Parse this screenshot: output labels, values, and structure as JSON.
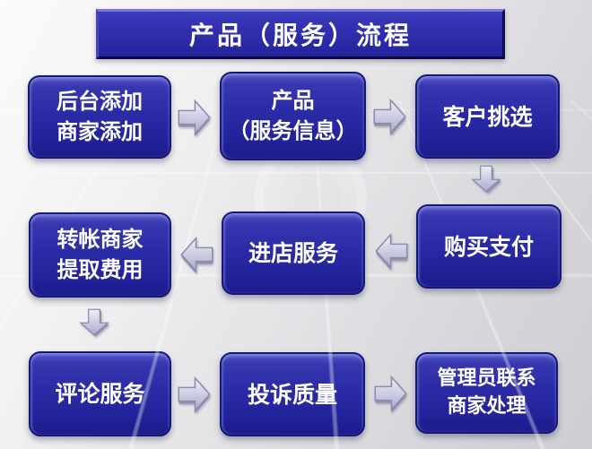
{
  "slide": {
    "title": "产品（服务）流程",
    "background_color": "#dcdcdf",
    "node_fill_color": "#2a2aa4",
    "node_border_color": "#181874",
    "arrow_fill_color": "#c6c6de",
    "text_color": "#ffffff"
  },
  "nodes": [
    {
      "id": "backend-add",
      "line1": "后台添加",
      "line2": "商家添加"
    },
    {
      "id": "product-service-info",
      "line1": "产品",
      "line2": "（服务信息）"
    },
    {
      "id": "customer-select",
      "line1": "客户挑选",
      "line2": ""
    },
    {
      "id": "purchase-pay",
      "line1": "购买支付",
      "line2": ""
    },
    {
      "id": "in-store-service",
      "line1": "进店服务",
      "line2": ""
    },
    {
      "id": "transfer-merchant-fee",
      "line1": "转帐商家",
      "line2": "提取费用"
    },
    {
      "id": "review-service",
      "line1": "评论服务",
      "line2": ""
    },
    {
      "id": "complaint-quality",
      "line1": "投诉质量",
      "line2": ""
    },
    {
      "id": "admin-contact",
      "line1": "管理员联系",
      "line2": "商家处理"
    }
  ],
  "flow": {
    "arrows": [
      {
        "from": "后台添加 商家添加",
        "to": "产品（服务信息）",
        "direction": "right"
      },
      {
        "from": "产品（服务信息）",
        "to": "客户挑选",
        "direction": "right"
      },
      {
        "from": "客户挑选",
        "to": "购买支付",
        "direction": "down"
      },
      {
        "from": "购买支付",
        "to": "进店服务",
        "direction": "left"
      },
      {
        "from": "进店服务",
        "to": "转帐商家 提取费用",
        "direction": "left"
      },
      {
        "from": "转帐商家 提取费用",
        "to": "评论服务",
        "direction": "down"
      },
      {
        "from": "评论服务",
        "to": "投诉质量",
        "direction": "right"
      },
      {
        "from": "投诉质量",
        "to": "管理员联系 商家处理",
        "direction": "right"
      }
    ]
  }
}
